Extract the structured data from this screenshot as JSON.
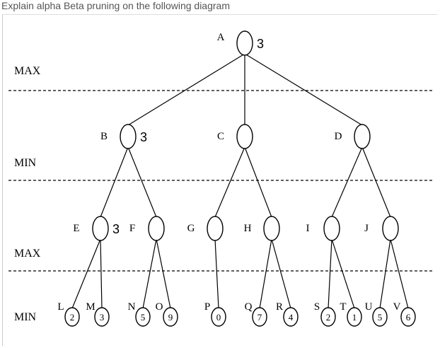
{
  "question": "Explain alpha Beta pruning on the following diagram",
  "levels": [
    "MAX",
    "MIN",
    "MAX",
    "MIN"
  ],
  "nodes": {
    "A": {
      "label": "A",
      "annotation": "3"
    },
    "B": {
      "label": "B",
      "annotation": "3"
    },
    "C": {
      "label": "C"
    },
    "D": {
      "label": "D"
    },
    "E": {
      "label": "E",
      "annotation": "3"
    },
    "F": {
      "label": "F"
    },
    "G": {
      "label": "G"
    },
    "H": {
      "label": "H"
    },
    "I": {
      "label": "I"
    },
    "J": {
      "label": "J"
    },
    "L": {
      "label": "L",
      "value": "2"
    },
    "M": {
      "label": "M",
      "value": "3"
    },
    "N": {
      "label": "N",
      "value": "5"
    },
    "O": {
      "label": "O",
      "value": "9"
    },
    "P": {
      "label": "P",
      "value": "0"
    },
    "Q": {
      "label": "Q",
      "value": "7"
    },
    "R": {
      "label": "R",
      "value": "4"
    },
    "S": {
      "label": "S",
      "value": "2"
    },
    "T": {
      "label": "T",
      "value": "1"
    },
    "U": {
      "label": "U",
      "value": "5"
    },
    "V": {
      "label": "V",
      "value": "6"
    }
  },
  "edges": [
    [
      "A",
      "B"
    ],
    [
      "A",
      "C"
    ],
    [
      "A",
      "D"
    ],
    [
      "B",
      "E"
    ],
    [
      "B",
      "F"
    ],
    [
      "C",
      "G"
    ],
    [
      "C",
      "H"
    ],
    [
      "D",
      "I"
    ],
    [
      "D",
      "J"
    ],
    [
      "E",
      "L"
    ],
    [
      "E",
      "M"
    ],
    [
      "F",
      "N"
    ],
    [
      "F",
      "O"
    ],
    [
      "G",
      "P"
    ],
    [
      "H",
      "Q"
    ],
    [
      "H",
      "R"
    ],
    [
      "I",
      "S"
    ],
    [
      "I",
      "T"
    ],
    [
      "J",
      "U"
    ],
    [
      "J",
      "V"
    ]
  ]
}
